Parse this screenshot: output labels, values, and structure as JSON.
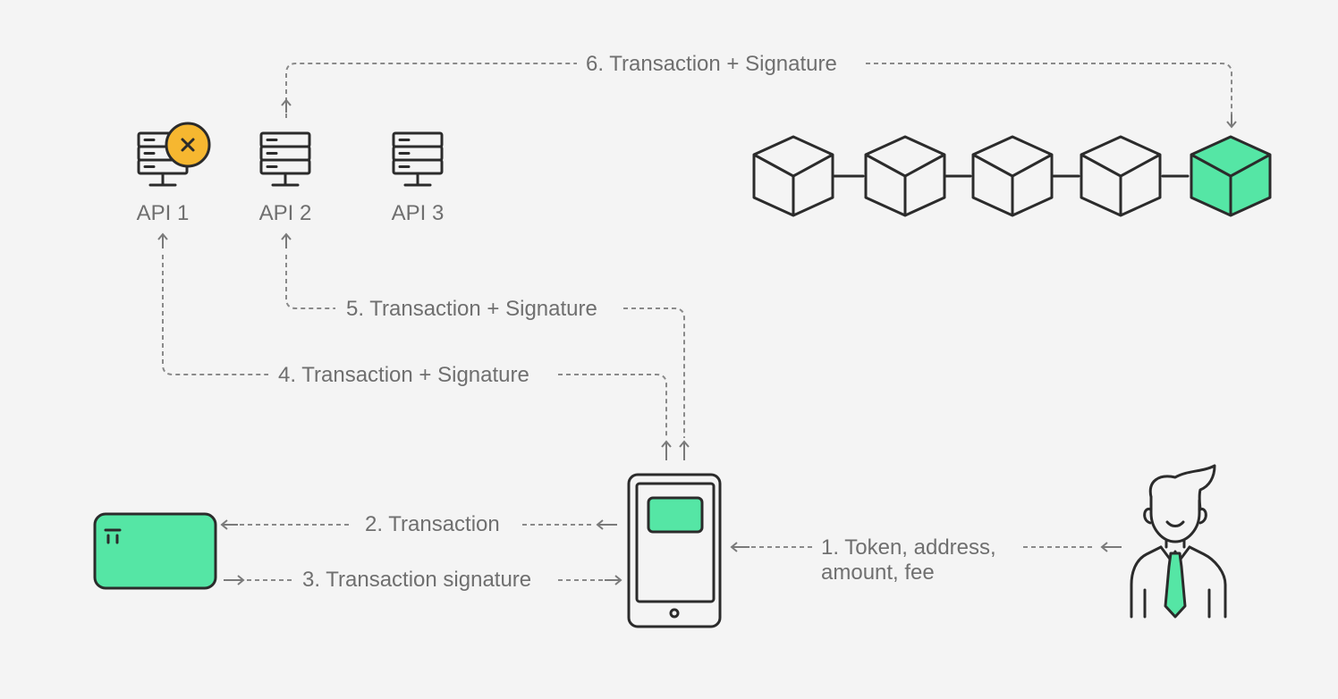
{
  "colors": {
    "background": "#f4f4f4",
    "accent_green": "#55e6a5",
    "error_badge": "#f6b730",
    "line": "#2b2b2b",
    "connector": "#8a8a8a",
    "label": "#6f6f6f"
  },
  "apis": [
    {
      "label": "API 1",
      "status": "down",
      "badge_icon": "x-icon"
    },
    {
      "label": "API 2",
      "status": "ok"
    },
    {
      "label": "API 3",
      "status": "ok"
    }
  ],
  "steps": {
    "step1_line1": "1.  Token, address,",
    "step1_line2": "amount, fee",
    "step2": "2. Transaction",
    "step3": "3. Transaction signature",
    "step4": "4.  Transaction + Signature",
    "step5": "5.  Transaction + Signature",
    "step6": "6.  Transaction + Signature"
  },
  "blockchain": {
    "block_count": 5,
    "highlighted_block": 5
  },
  "nodes": {
    "user": "user-icon",
    "phone": "phone-icon",
    "hardware_wallet": "hardware-wallet-icon"
  }
}
